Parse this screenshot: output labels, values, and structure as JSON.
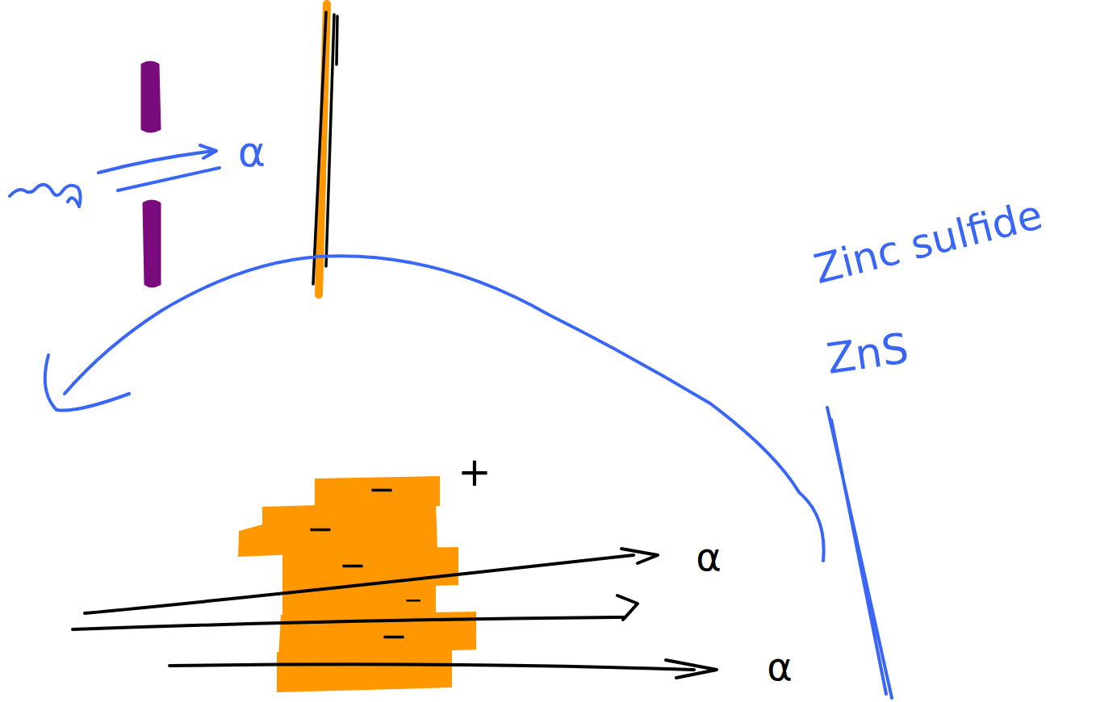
{
  "diagram": {
    "labels": [
      "α",
      "Zinc sulfide",
      "ZnS",
      "+",
      "−",
      "−",
      "−",
      "−",
      "−",
      "α",
      "α"
    ]
  }
}
